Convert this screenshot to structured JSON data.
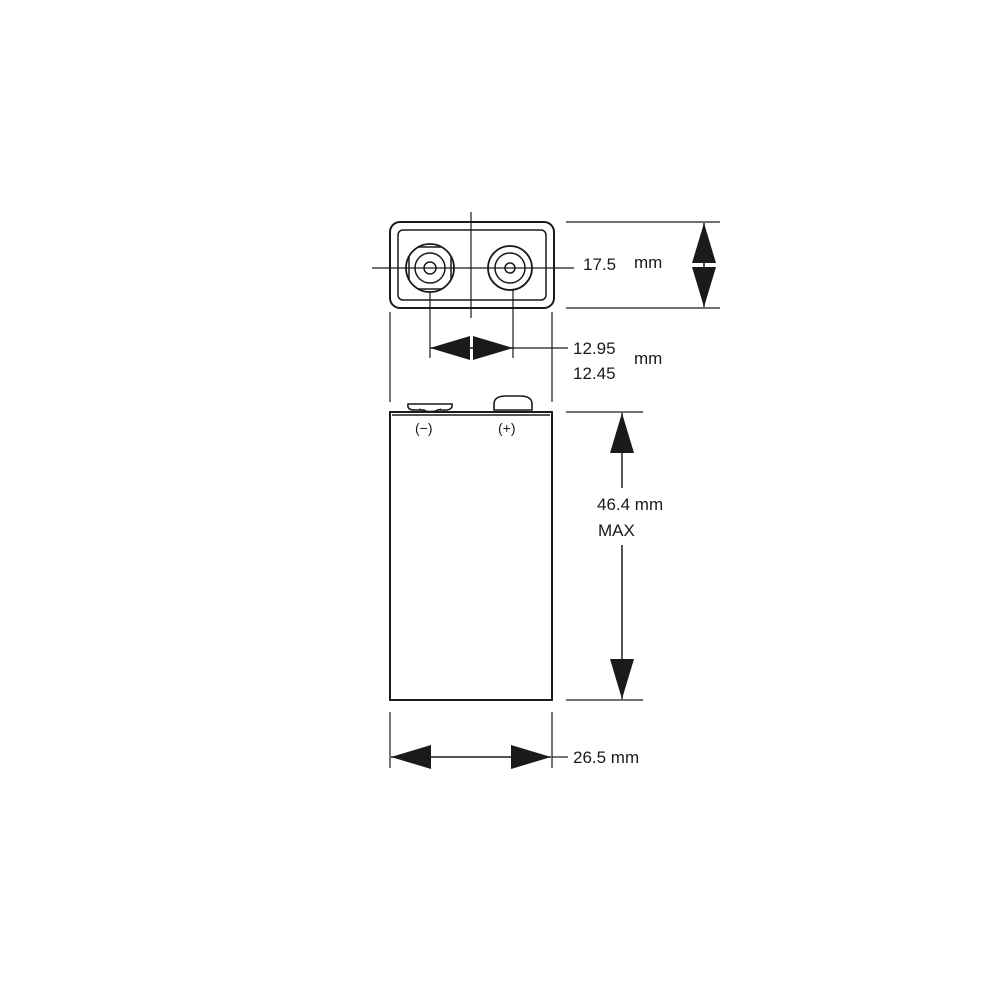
{
  "top_view": {
    "height_value": "17.5",
    "height_unit": "mm",
    "terminal_spacing_max": "12.95",
    "terminal_spacing_min": "12.45",
    "terminal_spacing_unit": "mm"
  },
  "side_view": {
    "negative_label": "(−)",
    "positive_label": "(+)",
    "height_value": "46.4 mm",
    "height_note": "MAX",
    "width_value": "26.5 mm"
  }
}
